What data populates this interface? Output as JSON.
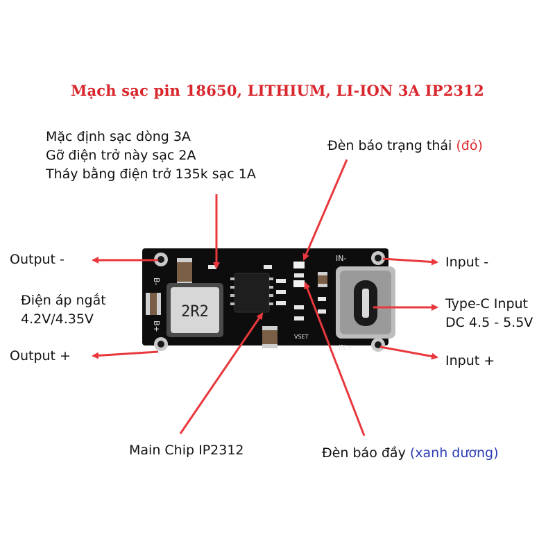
{
  "title": "Mạch sạc pin 18650, LITHIUM, LI-ION 3A IP2312",
  "colors": {
    "title": "#d8262c",
    "arrow": "#e8383d",
    "highlight_red": "#e0282e",
    "highlight_blue": "#2b3bb5",
    "board": "#0d0d0d"
  },
  "labels": {
    "charge_default": [
      "Mặc định sạc dòng 3A",
      "Gỡ điện trở này sạc 2A",
      "Tháy bằng điện trở 135k sạc 1A"
    ],
    "status_led": {
      "text": "Đèn báo trạng thái ",
      "highlight": "(đỏ)"
    },
    "output_minus": "Output -",
    "output_plus": "Output +",
    "cutoff_voltage": [
      "Điện áp ngắt",
      "4.2V/4.35V"
    ],
    "input_minus": "Input -",
    "type_c": [
      "Type-C Input",
      "DC 4.5 - 5.5V"
    ],
    "input_plus": "Input +",
    "main_chip": "Main Chip IP2312",
    "full_led": {
      "text": "Đèn báo đầy ",
      "highlight": "(xanh dương)"
    }
  },
  "board": {
    "inductor_marking": "2R2",
    "silk_b_minus": "B-",
    "silk_b_plus": "B+",
    "silk_in_minus": "IN-",
    "silk_in_plus": "IN+",
    "silk_vset": "VSET"
  }
}
